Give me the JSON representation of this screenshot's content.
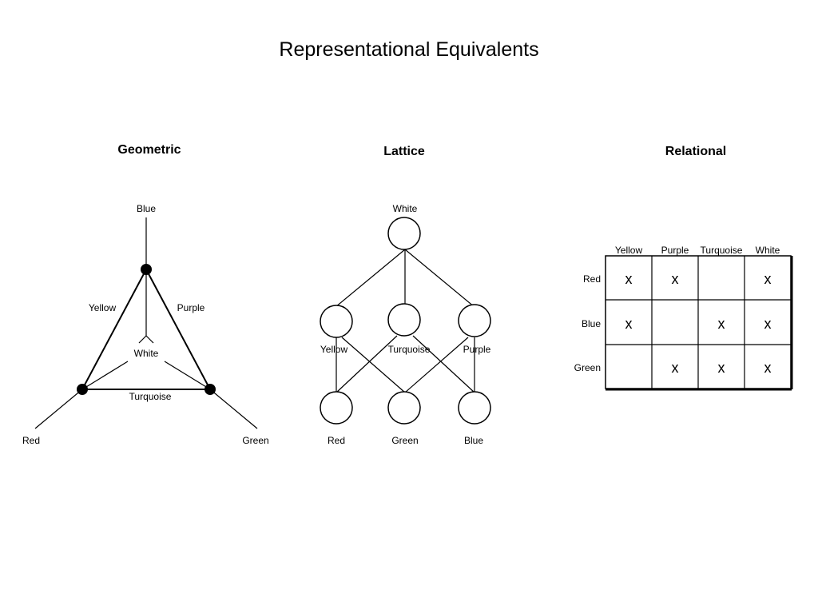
{
  "title": "Representational Equivalents",
  "geometric": {
    "heading": "Geometric",
    "corners": {
      "top": "Blue",
      "left": "Red",
      "right": "Green"
    },
    "edges": {
      "left": "Yellow",
      "right": "Purple",
      "bottom": "Turquoise"
    },
    "center": "White"
  },
  "lattice": {
    "heading": "Lattice",
    "top": "White",
    "middle": [
      "Yellow",
      "Turquoise",
      "Purple"
    ],
    "bottom": [
      "Red",
      "Green",
      "Blue"
    ]
  },
  "relational": {
    "heading": "Relational",
    "columns": [
      "Yellow",
      "Purple",
      "Turquoise",
      "White"
    ],
    "rows": [
      {
        "label": "Red",
        "cells": [
          "x",
          "x",
          "",
          "x"
        ]
      },
      {
        "label": "Blue",
        "cells": [
          "x",
          "",
          "x",
          "x"
        ]
      },
      {
        "label": "Green",
        "cells": [
          "",
          "x",
          "x",
          "x"
        ]
      }
    ]
  }
}
